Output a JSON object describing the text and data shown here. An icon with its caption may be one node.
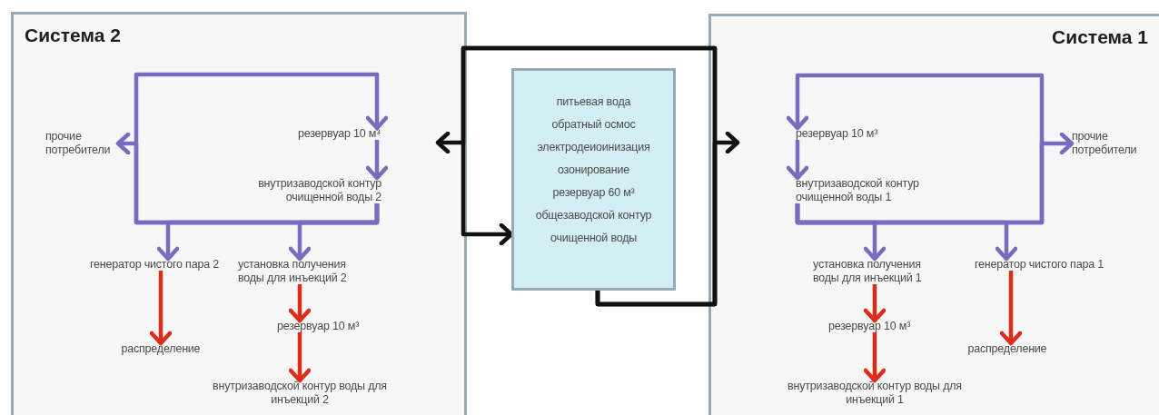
{
  "diagram": {
    "nodes": [
      {
        "text": [
          "Система 2"
        ]
      },
      {
        "text": [
          "прочие потребители"
        ],
        "in": 0
      },
      {
        "text": [
          "резервуар 10 м³"
        ],
        "in": 0
      },
      {
        "text": [
          "внутризаводской контур очищенной воды 2"
        ],
        "in": 0
      },
      {
        "text": [
          "генератор чистого пара 2"
        ],
        "in": 0
      },
      {
        "text": [
          "установка получения воды для инъекций 2"
        ],
        "in": 0
      },
      {
        "text": [
          "распределение"
        ],
        "in": 0
      },
      {
        "text": [
          "резервуар 10 м³"
        ],
        "in": 0
      },
      {
        "text": [
          "внутризаводской контур воды для инъекций 2"
        ],
        "in": 0
      },
      {
        "text": [
          "питьевая вода",
          "обратный осмос",
          "электродеиоинизация",
          "озонирование",
          "резервуар 60 м³",
          "общезаводской контур",
          "очищенной воды"
        ]
      },
      {
        "text": [
          "Система 1"
        ]
      },
      {
        "text": [
          "резервуар 10 м³"
        ],
        "in": 10
      },
      {
        "text": [
          "внутризаводской контур очищенной воды 1"
        ],
        "in": 10
      },
      {
        "text": [
          "прочие потребители"
        ],
        "in": 10
      },
      {
        "text": [
          "установка получения воды для инъекций 1"
        ],
        "in": 10
      },
      {
        "text": [
          "генератор чистого пара 1"
        ],
        "in": 10
      },
      {
        "text": [
          "резервуар 10 м³"
        ],
        "in": 10
      },
      {
        "text": [
          "распределение"
        ],
        "in": 10
      },
      {
        "text": [
          "внутризаводской контур воды для инъекций 1"
        ],
        "in": 10
      }
    ],
    "edges": [
      {
        "from": 3,
        "to": 2,
        "arrow": "to"
      },
      {
        "from": 2,
        "to": 3,
        "arrow": "to"
      },
      {
        "from": 3,
        "to": 1,
        "arrow": "to"
      },
      {
        "from": 3,
        "to": 4,
        "arrow": "to"
      },
      {
        "from": 3,
        "to": 5,
        "arrow": "to"
      },
      {
        "from": 5,
        "to": 7,
        "arrow": "to",
        "color": "#dd2c1a"
      },
      {
        "from": 7,
        "to": 8,
        "arrow": "to",
        "color": "#dd2c1a"
      },
      {
        "from": 4,
        "to": 6,
        "arrow": "to",
        "color": "#dd2c1a"
      },
      {
        "from": 9,
        "to": 9,
        "arrow": "to",
        "color": "#111111"
      },
      {
        "from": 9,
        "to": 0,
        "arrow": "to",
        "color": "#111111"
      },
      {
        "from": 9,
        "to": 10,
        "arrow": "to",
        "color": "#111111"
      },
      {
        "from": 12,
        "to": 11,
        "arrow": "to"
      },
      {
        "from": 11,
        "to": 12,
        "arrow": "to"
      },
      {
        "from": 12,
        "to": 13,
        "arrow": "to"
      },
      {
        "from": 12,
        "to": 14,
        "arrow": "to"
      },
      {
        "from": 12,
        "to": 15,
        "arrow": "to"
      },
      {
        "from": 14,
        "to": 16,
        "arrow": "to",
        "color": "#dd2c1a"
      },
      {
        "from": 16,
        "to": 18,
        "arrow": "to",
        "color": "#dd2c1a"
      },
      {
        "from": 15,
        "to": 17,
        "arrow": "to",
        "color": "#dd2c1a"
      }
    ]
  }
}
